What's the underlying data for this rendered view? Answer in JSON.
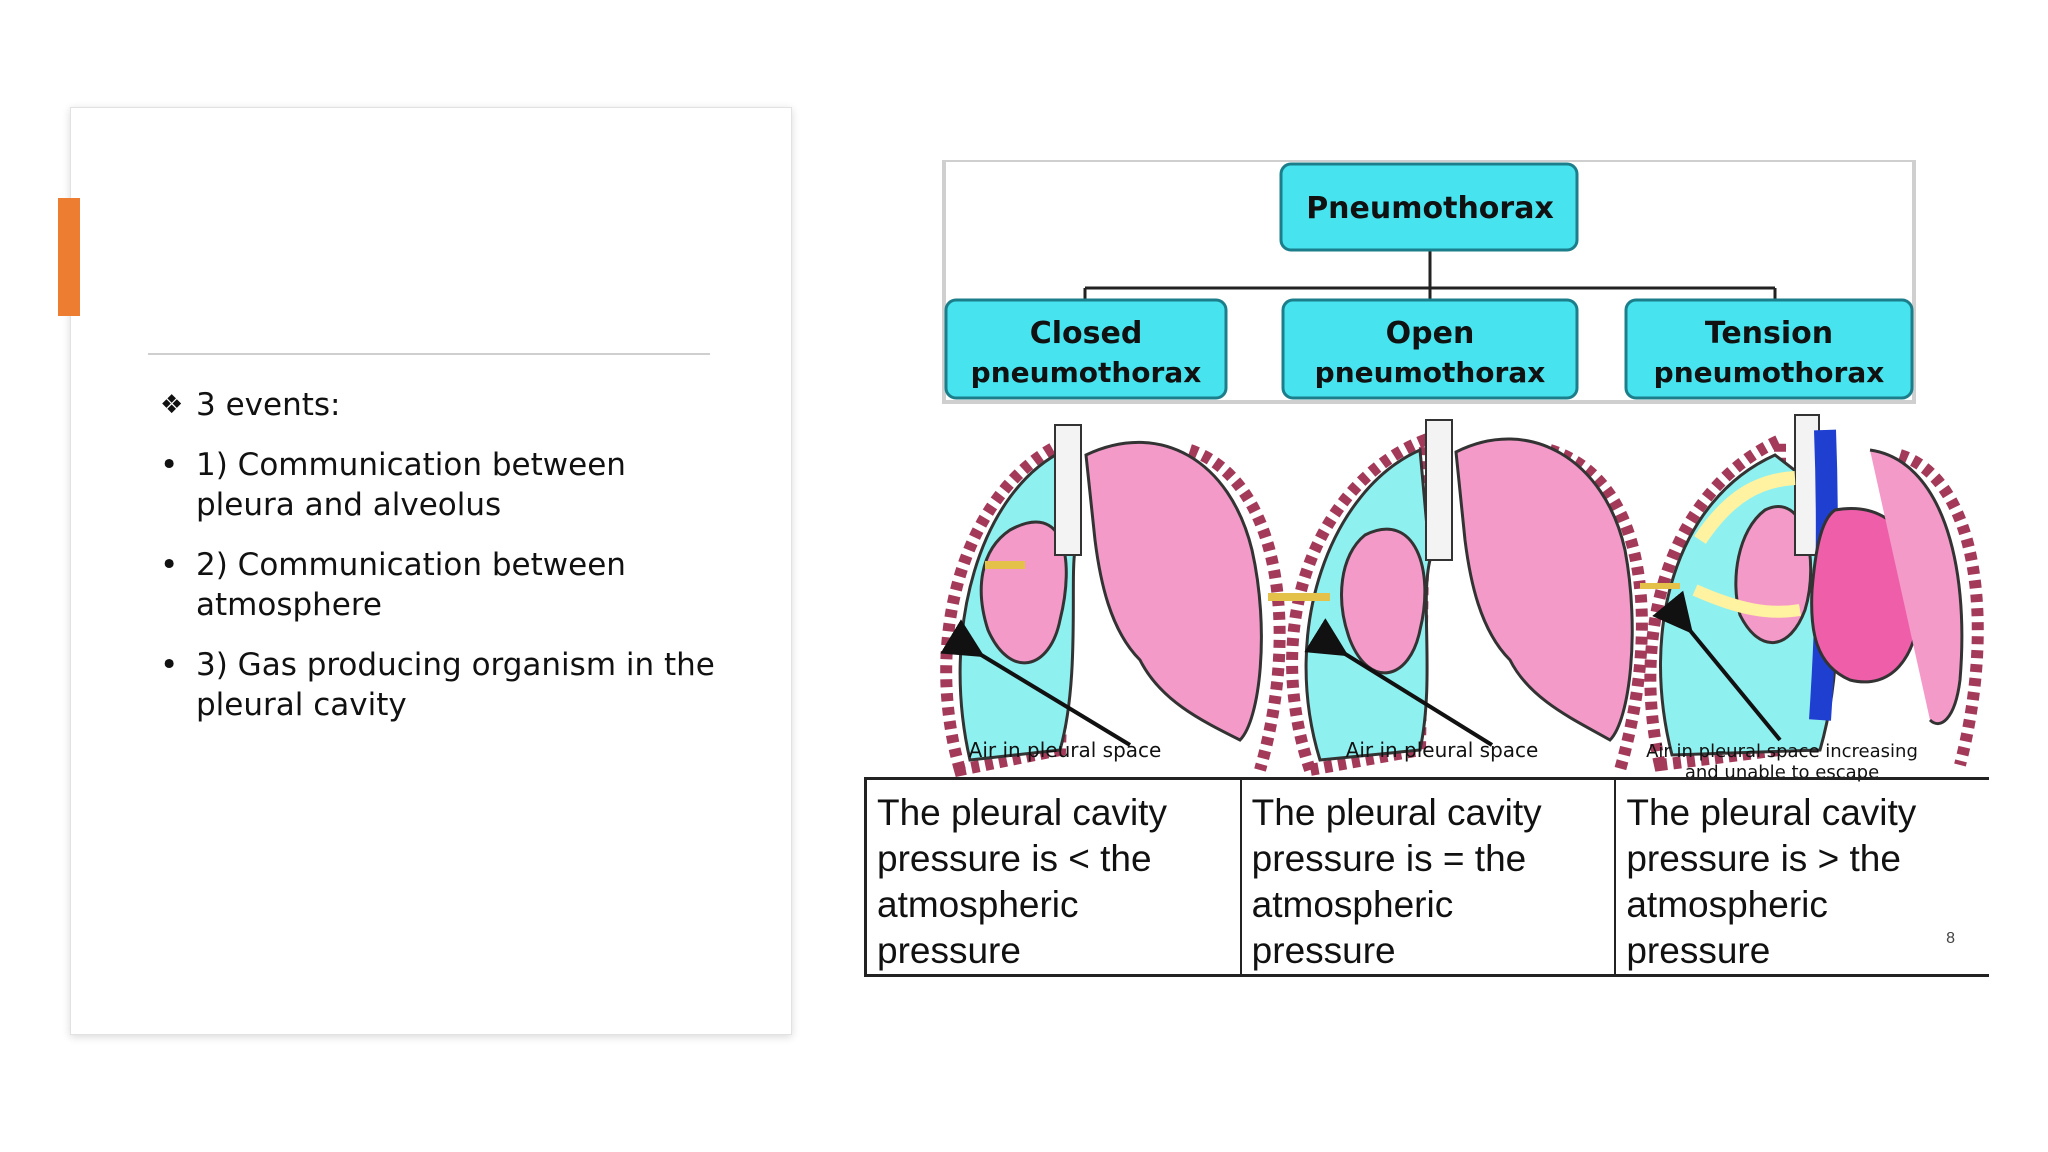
{
  "slide": {
    "heading": "3 events:",
    "bullets": [
      "1) Communication between pleura and alveolus",
      "2) Communication between atmosphere",
      "3) Gas producing organism in the pleural cavity"
    ]
  },
  "diagram": {
    "root": "Pneumothorax",
    "types": [
      {
        "name": "Closed",
        "sub": "pneumothorax",
        "caption": "Air in pleural space"
      },
      {
        "name": "Open",
        "sub": "pneumothorax",
        "caption": "Air in pleural space"
      },
      {
        "name": "Tension",
        "sub": "pneumothorax",
        "caption": "Air in pleural space increasing",
        "caption2": "and unable to escape"
      }
    ],
    "colors": {
      "box": "#47e4f0",
      "lung": "#f49ac9",
      "cavity": "#8ff0f0",
      "vessel": "#1f3fd1",
      "arrow": "#fff2a0"
    }
  },
  "table": {
    "cells": [
      "The pleural cavity pressure is < the atmospheric pressure",
      "The pleural cavity pressure is = the atmospheric pressure",
      "The pleural cavity pressure is > the atmospheric pressure"
    ],
    "page_number": "8"
  }
}
